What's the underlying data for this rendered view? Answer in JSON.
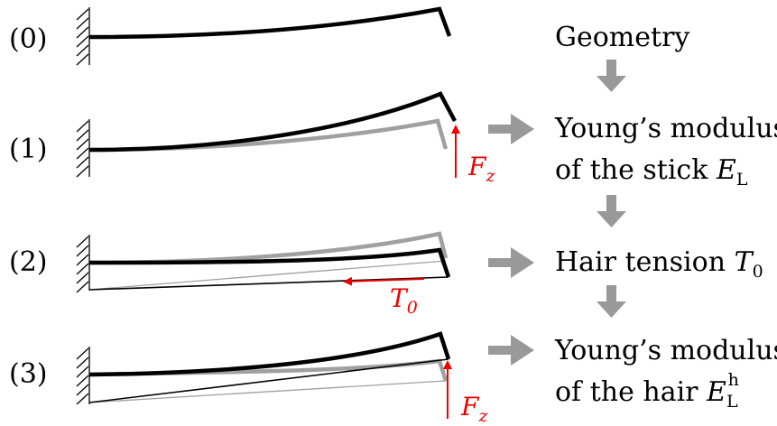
{
  "steps": [
    {
      "label": "(0)"
    },
    {
      "label": "(1)",
      "force": {
        "symbol": "F",
        "sub": "z"
      }
    },
    {
      "label": "(2)",
      "force": {
        "symbol": "T",
        "sub": "0"
      }
    },
    {
      "label": "(3)",
      "force": {
        "symbol": "F",
        "sub": "z"
      }
    }
  ],
  "flow": [
    {
      "text": "Geometry"
    },
    {
      "line1": "Young’s modulus",
      "line2_text": "of the stick ",
      "line2_symbol": "E",
      "line2_sub": "L"
    },
    {
      "text": "Hair tension ",
      "symbol": "T",
      "sub": "0"
    },
    {
      "line1": "Young’s modulus",
      "line2_text": "of the hair ",
      "line2_symbol": "E",
      "line2_sub": "L",
      "line2_sup": "h"
    }
  ],
  "colors": {
    "beam": "#000000",
    "reference_beam": "#a0a0a0",
    "force": "#ee0000",
    "flow_arrow": "#999999",
    "hair": "#000000",
    "reference_hair": "#a0a0a0"
  }
}
